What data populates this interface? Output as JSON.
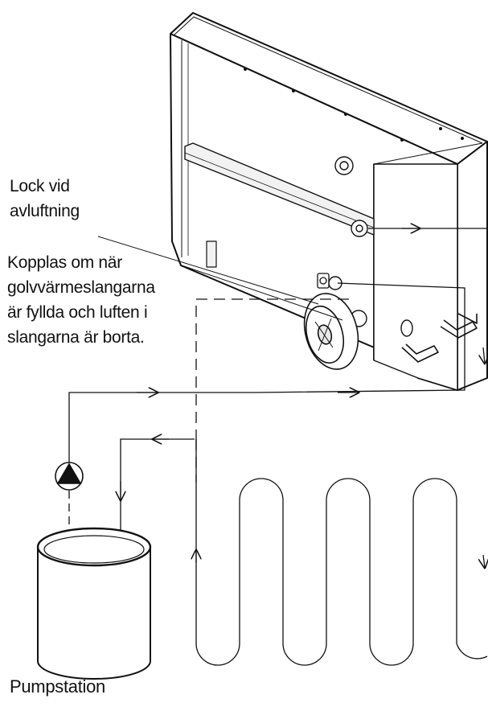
{
  "labels": {
    "lock": [
      "Lock vid",
      "avluftning"
    ],
    "couple": [
      "Kopplas om när",
      "golvvärmeslangarna",
      "är fyllda och luften i",
      "slangarna är borta."
    ],
    "pump": "Pumpstation"
  },
  "colors": {
    "line": "#111111",
    "unit_body": "#ffffff",
    "shade": "#e8e8e8"
  }
}
